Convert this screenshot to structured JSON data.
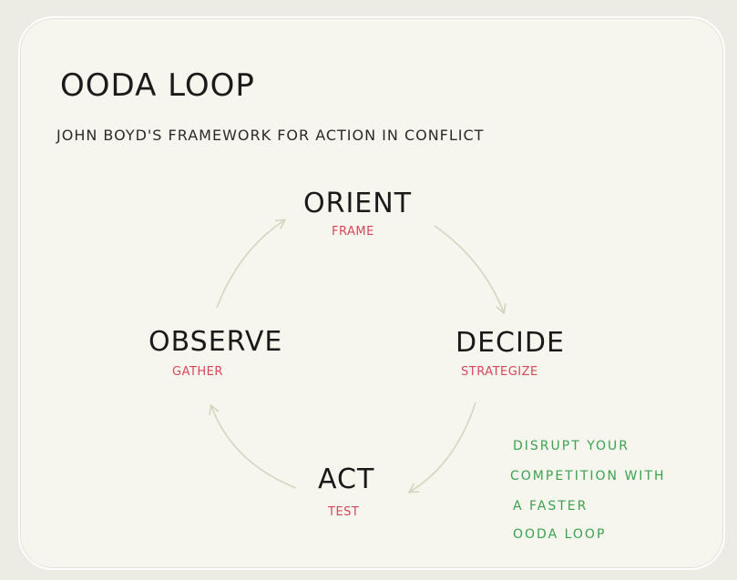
{
  "title": "OODA LOOP",
  "subtitle": "JOHN BOYD'S FRAMEWORK FOR ACTION IN CONFLICT",
  "nodes": {
    "orient": {
      "label": "ORIENT",
      "sub": "FRAME"
    },
    "decide": {
      "label": "DECIDE",
      "sub": "STRATEGIZE"
    },
    "act": {
      "label": "ACT",
      "sub": "TEST"
    },
    "observe": {
      "label": "OBSERVE",
      "sub": "GATHER"
    }
  },
  "note": {
    "line1": "DISRUPT YOUR",
    "line2": "COMPETITION WITH",
    "line3": "A FASTER",
    "line4": "OODA LOOP"
  },
  "colors": {
    "text": "#1b1b1b",
    "accent_red": "#d8455b",
    "accent_green": "#3aa24f",
    "arrow": "#d2d6be"
  }
}
